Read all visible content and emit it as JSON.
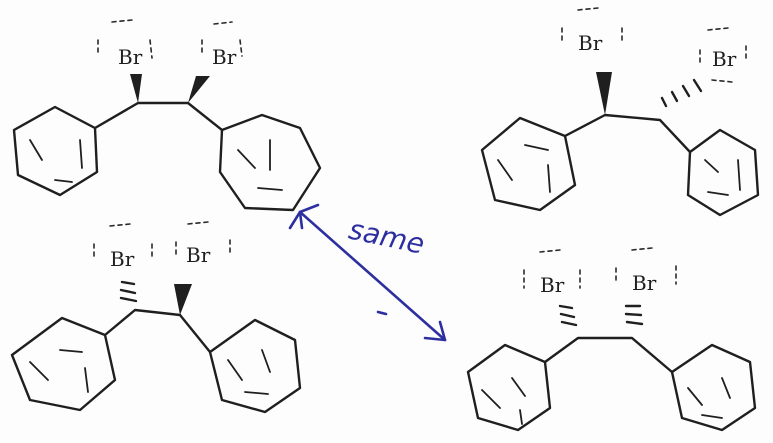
{
  "molecules": [
    {
      "id": "top-left",
      "bonds": [
        "wedge",
        "wedge"
      ],
      "labels": [
        "Br",
        "Br"
      ]
    },
    {
      "id": "top-right",
      "bonds": [
        "wedge",
        "hash"
      ],
      "labels": [
        "Br",
        "Br"
      ]
    },
    {
      "id": "bottom-left",
      "bonds": [
        "hash",
        "wedge"
      ],
      "labels": [
        "Br",
        "Br"
      ]
    },
    {
      "id": "bottom-right",
      "bonds": [
        "hash",
        "hash"
      ],
      "labels": [
        "Br",
        "Br"
      ]
    }
  ],
  "annotation": {
    "text": "same",
    "color": "#2d2fa0"
  },
  "colors": {
    "ink": "#1f1f1f",
    "arrow": "#2d2fa0"
  }
}
